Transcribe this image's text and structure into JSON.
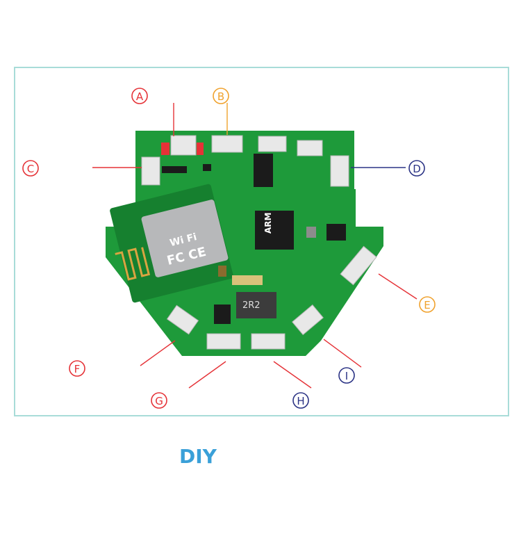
{
  "colors": {
    "red": "#e53237",
    "orange": "#f0a22e",
    "navy": "#2b3385",
    "frame": "#a8dcd8",
    "pcb": "#1e9a3a",
    "pcb_dark": "#16802f",
    "diy_blue": "#3aa0d8"
  },
  "labels": {
    "A": "A",
    "B": "B",
    "C": "C",
    "D": "D",
    "E": "E",
    "F": "F",
    "G": "G",
    "H": "H",
    "I": "I"
  },
  "board": {
    "wifi_text": "Wi Fi",
    "fcc_text": "FC CE",
    "arm_text": "ARM",
    "inductor_text": "2R2"
  },
  "footer": {
    "title": "DIY"
  }
}
